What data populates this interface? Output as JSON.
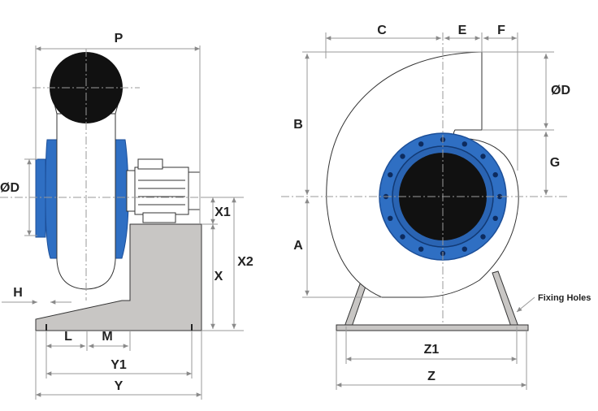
{
  "colors": {
    "flange_blue": "#2f6fc3",
    "flange_dark": "#1c4f99",
    "bolt": "#0d2b5e",
    "black_disc": "#111111",
    "casing": "#ffffff",
    "base": "#c8c6c4",
    "dimension_line": "#9a9a9a"
  },
  "side_view": {
    "labels": {
      "P": "P",
      "D": "ØD",
      "H": "H",
      "X1": "X1",
      "X": "X",
      "X2": "X2",
      "L": "L",
      "M": "M",
      "Y1": "Y1",
      "Y": "Y"
    }
  },
  "front_view": {
    "labels": {
      "C": "C",
      "E": "E",
      "F": "F",
      "B": "B",
      "D": "ØD",
      "G": "G",
      "A": "A",
      "Z1": "Z1",
      "Z": "Z",
      "fixing_holes": "Fixing Holes"
    }
  }
}
